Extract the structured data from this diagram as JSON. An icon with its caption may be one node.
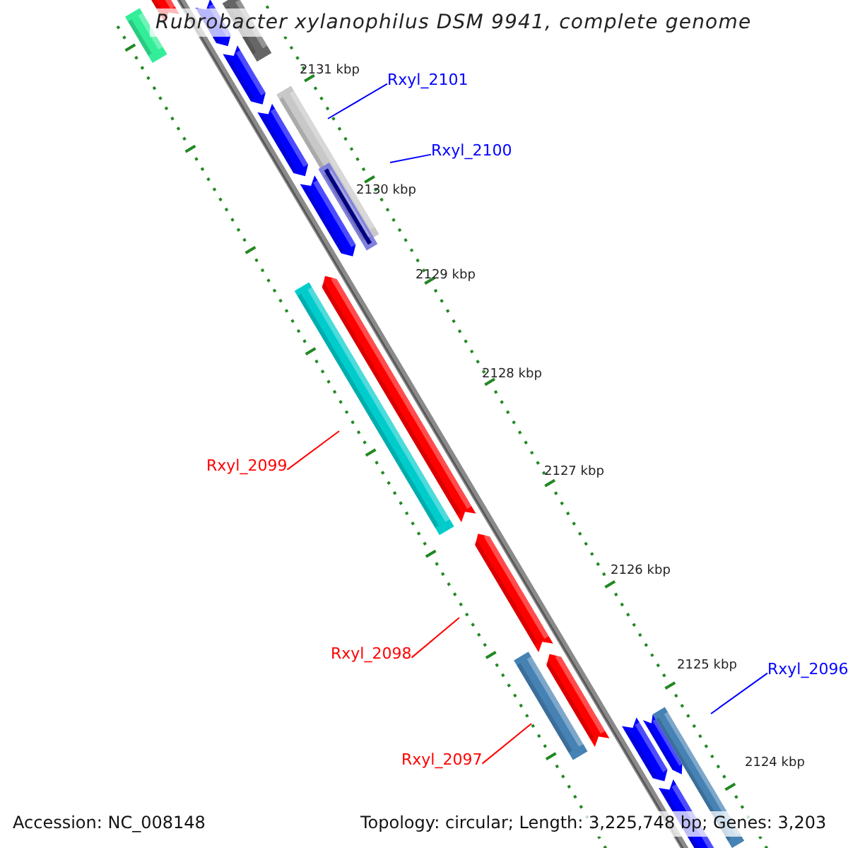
{
  "diagram": {
    "title": "Rubrobacter xylanophilus DSM 9941, complete genome",
    "nodes": [
      {
        "text": [
          "Rxyl_2101"
        ]
      },
      {
        "text": [
          "Rxyl_2100"
        ]
      },
      {
        "text": [
          "Rxyl_2099"
        ]
      },
      {
        "text": [
          "Rxyl_2098"
        ]
      },
      {
        "text": [
          "Rxyl_2097"
        ]
      },
      {
        "text": [
          "Rxyl_2096"
        ]
      }
    ],
    "edges": [
      {
        "from": 0,
        "to": null,
        "arrow": "none",
        "color": "#0000ff"
      },
      {
        "from": 1,
        "to": null,
        "arrow": "none",
        "color": "#0000ff"
      },
      {
        "from": 2,
        "to": null,
        "arrow": "none",
        "color": "#ff0000"
      },
      {
        "from": 3,
        "to": null,
        "arrow": "none",
        "color": "#ff0000"
      },
      {
        "from": 4,
        "to": null,
        "arrow": "none",
        "color": "#ff0000"
      },
      {
        "from": 5,
        "to": null,
        "arrow": "none",
        "color": "#0000ff"
      }
    ],
    "labels": [
      "2131 kbp",
      "2130 kbp",
      "2129 kbp",
      "2128 kbp",
      "2127 kbp",
      "2126 kbp",
      "2125 kbp",
      "2124 kbp",
      "Accession: NC_008148",
      "Topology: circular; Length: 3,225,748 bp; Genes: 3,203"
    ]
  }
}
